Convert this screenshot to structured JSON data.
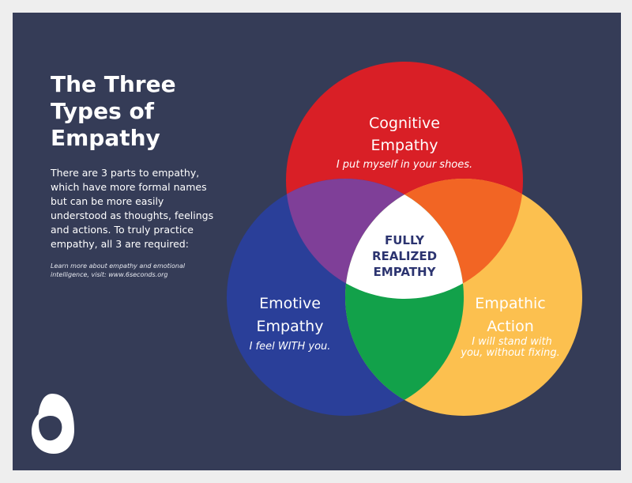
{
  "title_lines": [
    "The Three",
    "Types of",
    "Empathy"
  ],
  "description": "There are 3 parts to empathy, which have more formal names but can be more easily understood as thoughts, feelings and actions. To truly practice empathy, all 3 are required:",
  "learn_more": "Learn more about empathy and emotional intelligence, visit: www.6seconds.org",
  "logo": {
    "icon": "six-seconds-logo",
    "color": "#ffffff"
  },
  "colors": {
    "background": "#353c57",
    "cognitive": "#d91f26",
    "emotive": "#2a3f99",
    "action": "#fcc04f",
    "cognitive_emotive": "#7f3f98",
    "cognitive_action": "#f26524",
    "emotive_action": "#12a14a",
    "center": "#ffffff",
    "center_text": "#2c3470"
  },
  "venn": {
    "cognitive": {
      "title_lines": [
        "Cognitive",
        "Empathy"
      ],
      "subtitle_lines": [
        "I put myself in your shoes."
      ]
    },
    "emotive": {
      "title_lines": [
        "Emotive",
        "Empathy"
      ],
      "subtitle_lines": [
        "I feel WITH you."
      ]
    },
    "action": {
      "title_lines": [
        "Empathic",
        "Action"
      ],
      "subtitle_lines": [
        "I will stand with",
        "you, without fixing."
      ]
    },
    "center_lines": [
      "FULLY",
      "REALIZED",
      "EMPATHY"
    ]
  }
}
